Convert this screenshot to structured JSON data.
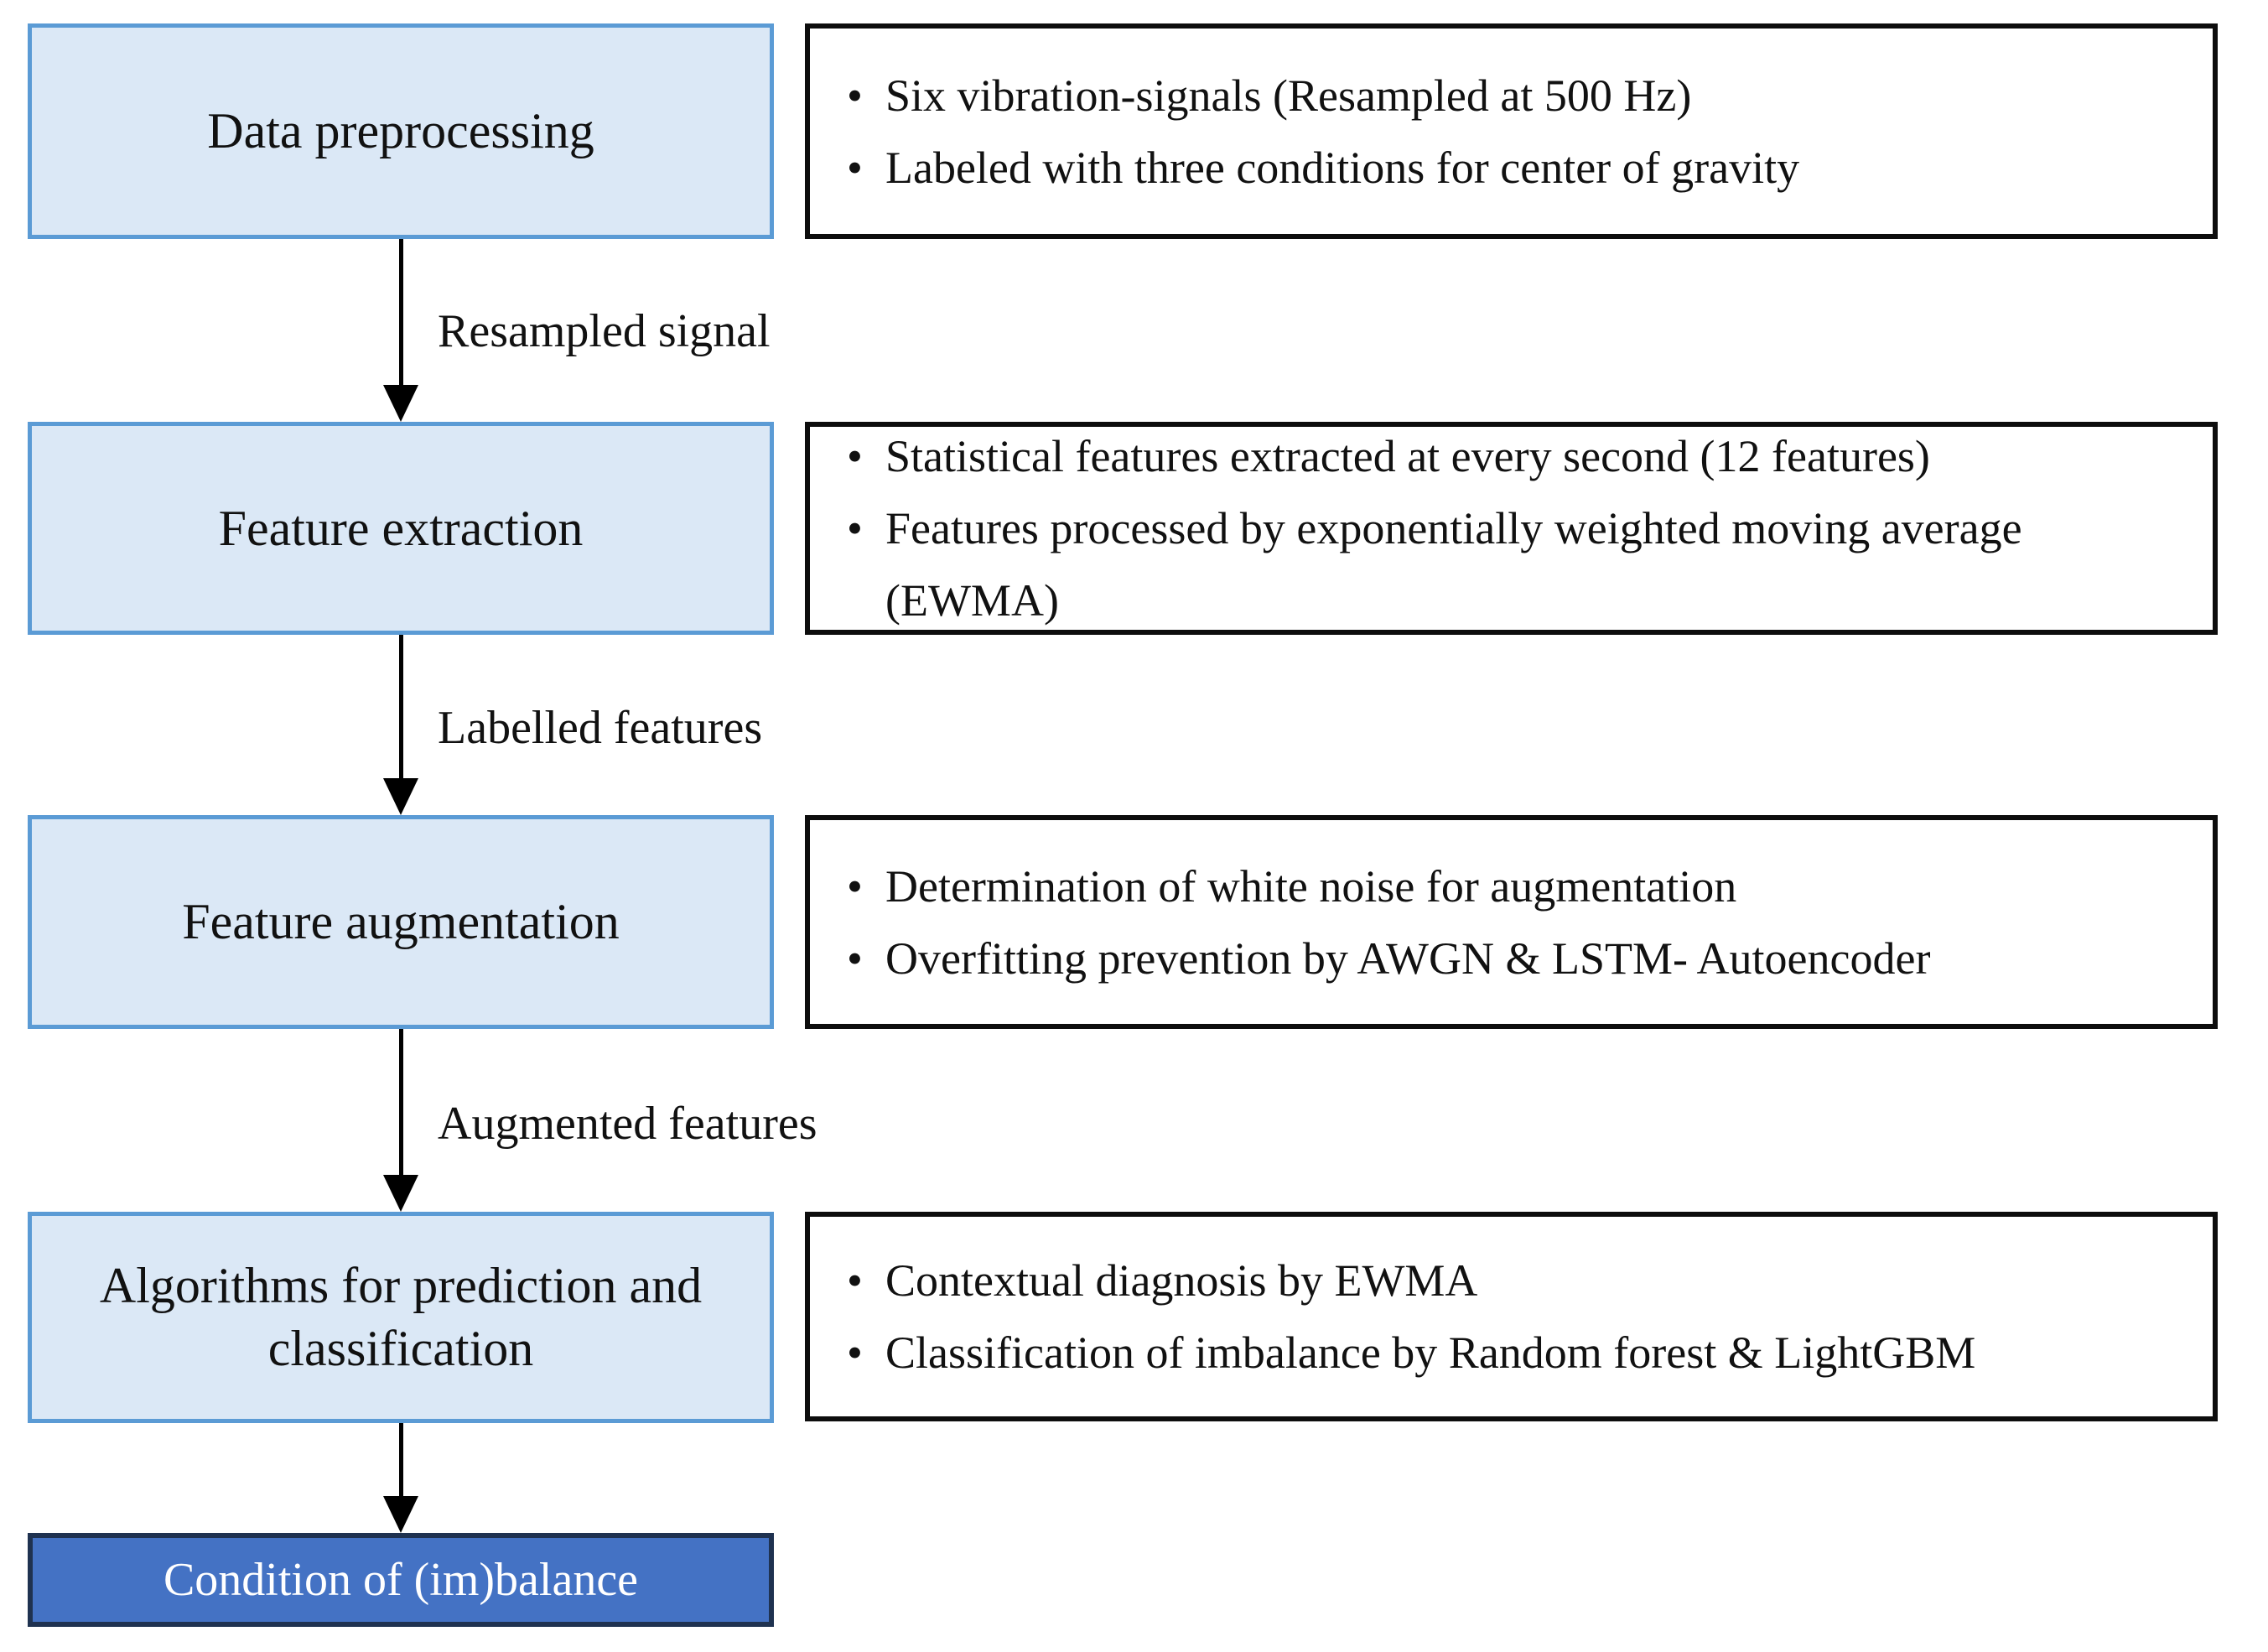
{
  "bullet_char": "•",
  "stages": [
    {
      "title": "Data preprocessing",
      "bullets": [
        "Six vibration-signals (Resampled at 500 Hz)",
        "Labeled with three conditions for center of gravity"
      ],
      "arrow_label": "Resampled signal"
    },
    {
      "title": "Feature extraction",
      "bullets": [
        "Statistical features extracted at every second (12 features)",
        "Features processed by exponentially weighted moving average (EWMA)"
      ],
      "arrow_label": "Labelled features"
    },
    {
      "title": "Feature augmentation",
      "bullets": [
        "Determination of white noise for augmentation",
        "Overfitting prevention by AWGN & LSTM- Autoencoder"
      ],
      "arrow_label": "Augmented features"
    },
    {
      "title": "Algorithms for prediction and classification",
      "bullets": [
        "Contextual diagnosis by EWMA",
        "Classification of imbalance by Random forest & LightGBM"
      ]
    }
  ],
  "final": {
    "label": "Condition of (im)balance"
  },
  "colors": {
    "stage_fill": "#dbe8f6",
    "stage_border": "#5b9bd5",
    "detail_border": "#0d0d0d",
    "final_fill": "#4472c4",
    "final_border": "#1f3250",
    "final_text": "#ffffff",
    "arrow": "#000000",
    "text": "#111111"
  }
}
